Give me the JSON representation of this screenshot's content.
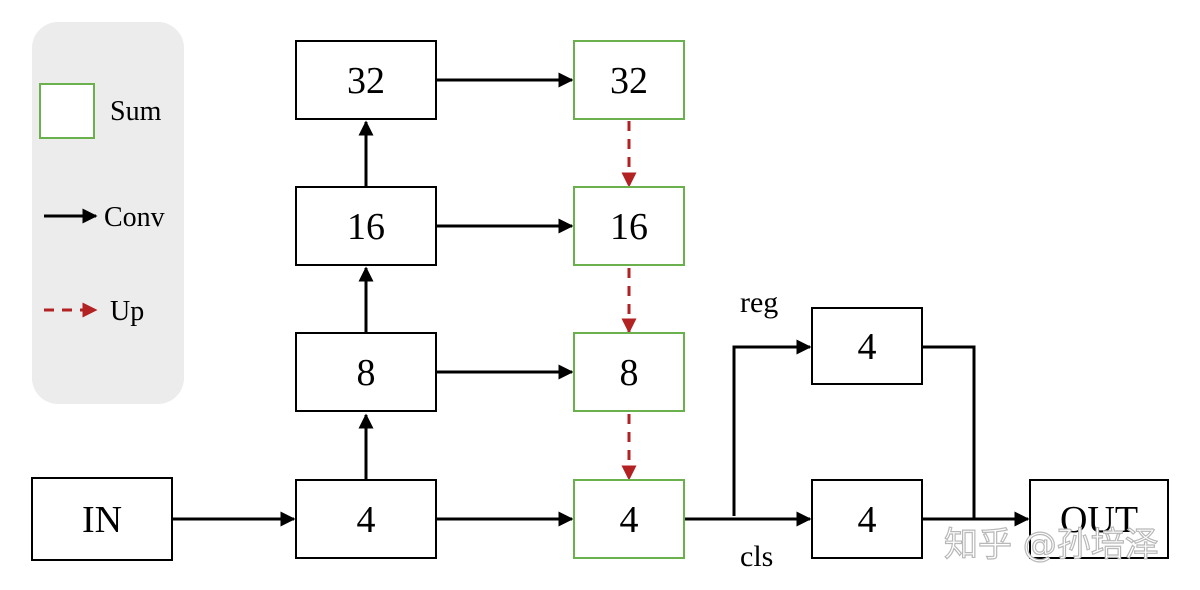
{
  "legend": {
    "sum_label": "Sum",
    "conv_label": "Conv",
    "up_label": "Up"
  },
  "colors": {
    "sum_border": "#6ab04c",
    "up_arrow": "#b22222",
    "conv_arrow": "#000000",
    "legend_bg": "#ececec"
  },
  "nodes": {
    "input": "IN",
    "output": "OUT",
    "down_4": "4",
    "down_8": "8",
    "down_16": "16",
    "down_32": "32",
    "sum_32": "32",
    "sum_16": "16",
    "sum_8": "8",
    "sum_4": "4",
    "reg_4": "4",
    "cls_4": "4"
  },
  "edge_labels": {
    "reg": "reg",
    "cls": "cls"
  },
  "watermark": "知乎 @孙培泽"
}
